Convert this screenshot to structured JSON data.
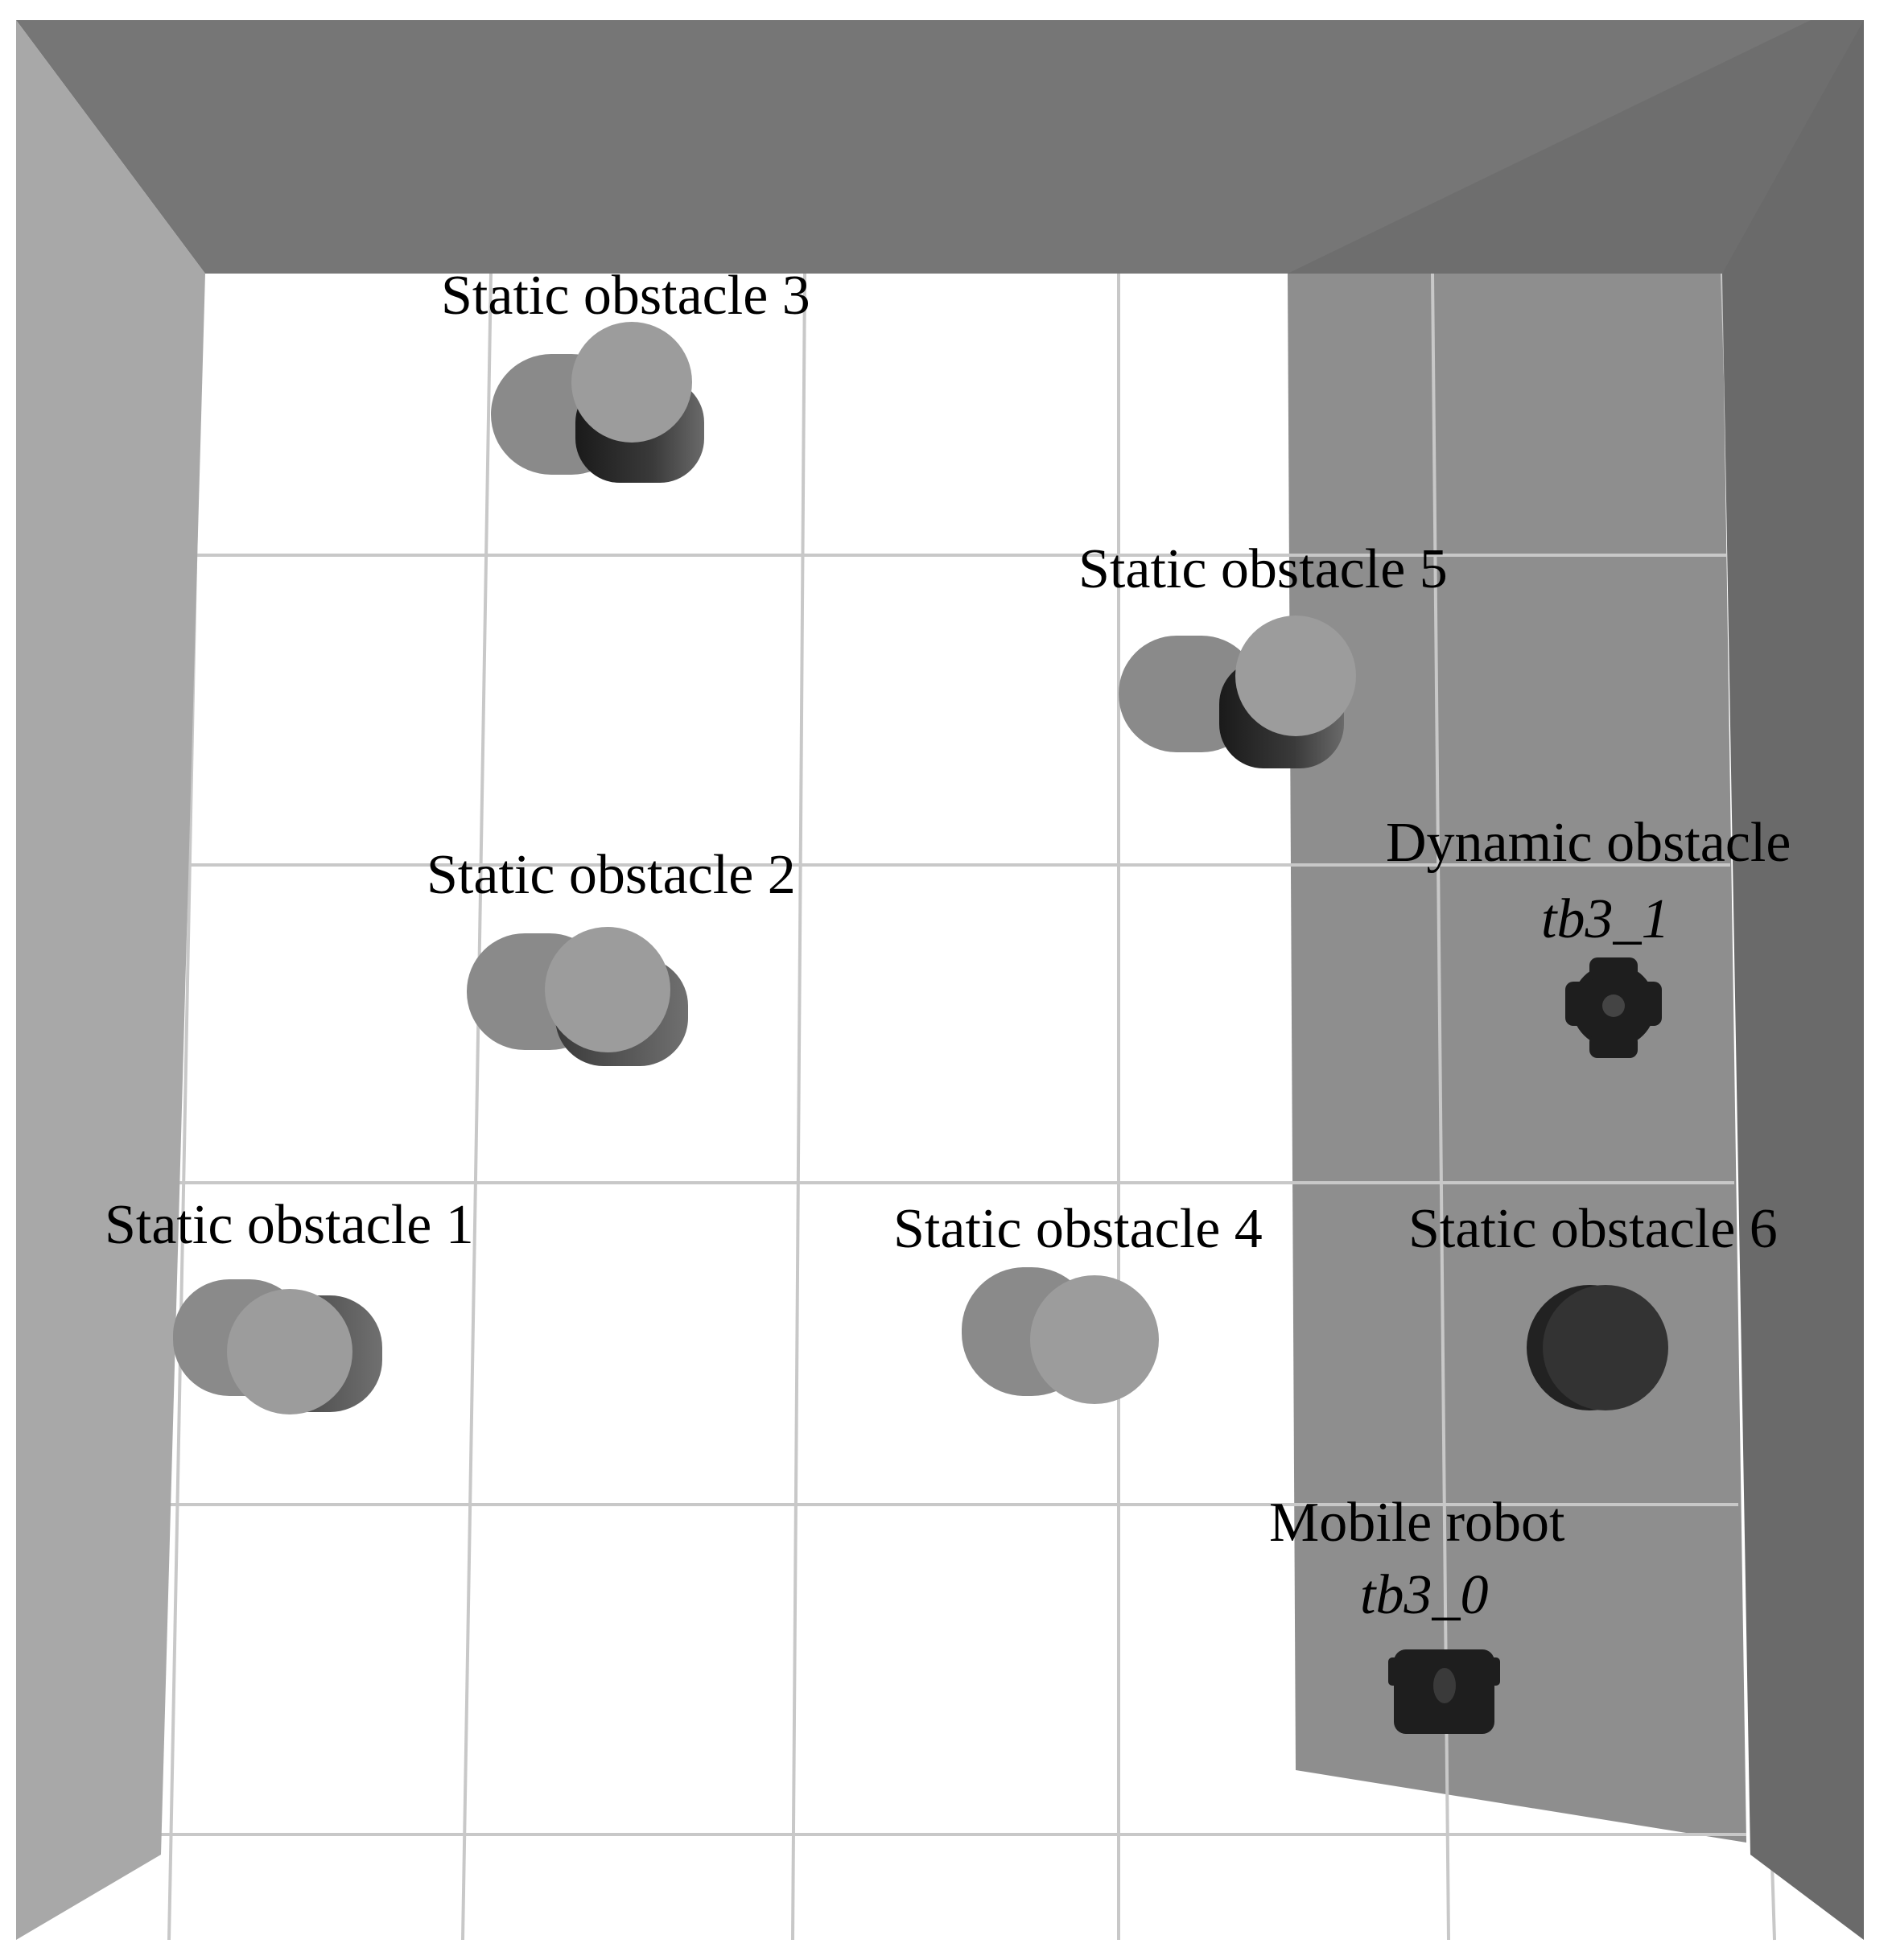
{
  "scene": {
    "colors": {
      "background": "#ffffff",
      "top_wall": "#767676",
      "left_wall": "#a8a8a8",
      "right_wall": "#6a6a6a",
      "shaded_floor": "#8e8e8e",
      "grid_line": "#c8c8c8",
      "cylinder_side": "#8a8a8a",
      "cylinder_top": "#9c9c9c",
      "cylinder_dark_side": "#2a2a2a",
      "robot": "#1e1e1e"
    },
    "labels": {
      "static_obstacle_1": "Static obstacle 1",
      "static_obstacle_2": "Static obstacle 2",
      "static_obstacle_3": "Static obstacle 3",
      "static_obstacle_4": "Static obstacle 4",
      "static_obstacle_5": "Static obstacle 5",
      "static_obstacle_6": "Static obstacle 6",
      "dynamic_obstacle": "Dynamic obstacle",
      "dynamic_obstacle_id": "tb3_1",
      "mobile_robot": "Mobile robot",
      "mobile_robot_id": "tb3_0"
    }
  }
}
